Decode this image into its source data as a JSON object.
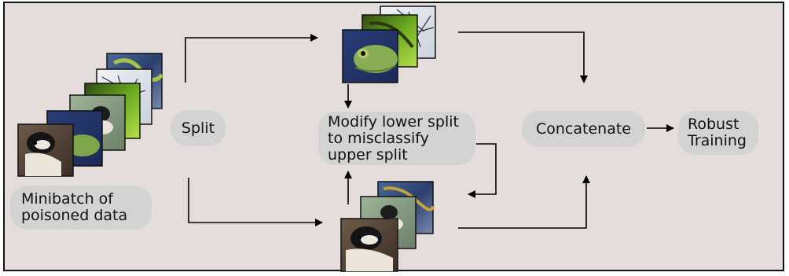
{
  "labels": {
    "minibatch": "Minibatch of\npoisoned data",
    "split": "Split",
    "modify": "Modify lower split\nto misclassify\nupper split",
    "concatenate": "Concatenate",
    "robust": "Robust\nTraining"
  },
  "colors": {
    "background": "#e5dcdc",
    "pill": "#d3d3d3",
    "arrow": "#000000"
  }
}
